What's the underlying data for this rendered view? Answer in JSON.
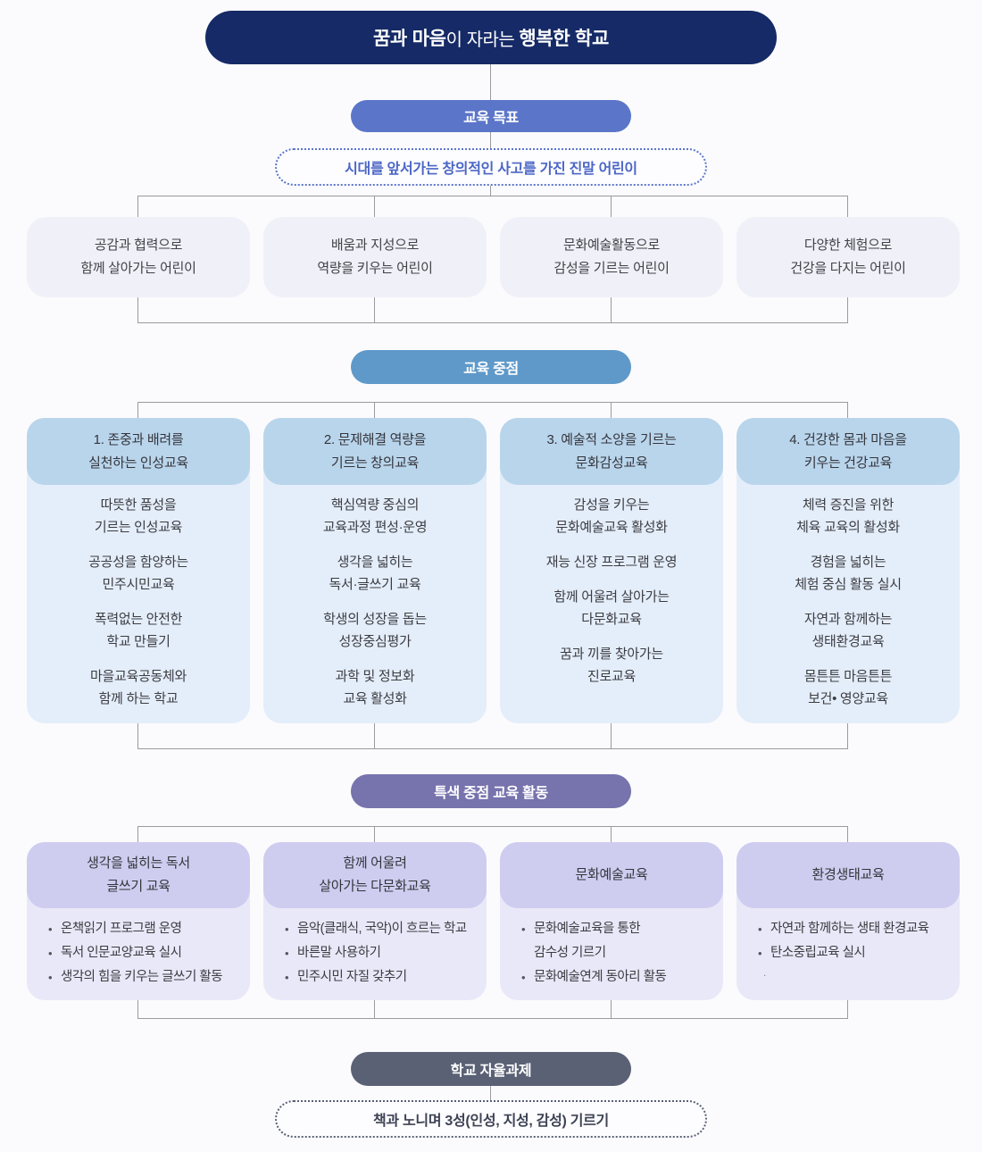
{
  "colors": {
    "navy": "#152a66",
    "periwinkle": "#5b76c9",
    "steel_blue": "#5f99c9",
    "purple": "#7673ad",
    "slate": "#5a6175",
    "goal_box_bg": "#f0f1f8",
    "focus_header_bg": "#b9d5ec",
    "focus_body_bg": "#e4eefa",
    "special_header_bg": "#cecdf0",
    "special_body_bg": "#e9e8f8",
    "connector_line": "#9a9aa0"
  },
  "title": {
    "part_bold1": "꿈과 마음",
    "part_regular": "이 자라는 ",
    "part_bold2": "행복한 학교"
  },
  "goal_section": {
    "pill": "교육 목표",
    "vision": "시대를 앞서가는 창의적인 사고를 가진 진말 어린이",
    "goals": [
      {
        "line1": "공감과 협력으로",
        "line2": "함께 살아가는 어린이"
      },
      {
        "line1": "배움과 지성으로",
        "line2": "역량을 키우는 어린이"
      },
      {
        "line1": "문화예술활동으로",
        "line2": "감성을 기르는 어린이"
      },
      {
        "line1": "다양한 체험으로",
        "line2": "건강을 다지는 어린이"
      }
    ]
  },
  "focus_section": {
    "pill": "교육 중점",
    "columns": [
      {
        "title_line1": "1. 존중과 배려를",
        "title_line2": "실천하는 인성교육",
        "items": [
          [
            "따뜻한 품성을",
            "기르는 인성교육"
          ],
          [
            "공공성을 함양하는",
            "민주시민교육"
          ],
          [
            "폭력없는 안전한",
            "학교 만들기"
          ],
          [
            "마을교육공동체와",
            "함께 하는 학교"
          ]
        ]
      },
      {
        "title_line1": "2. 문제해결 역량을",
        "title_line2": "기르는 창의교육",
        "items": [
          [
            "핵심역량 중심의",
            "교육과정 편성·운영"
          ],
          [
            "생각을 넓히는",
            "독서·글쓰기 교육"
          ],
          [
            "학생의 성장을 돕는",
            "성장중심평가"
          ],
          [
            "과학 및 정보화",
            "교육 활성화"
          ]
        ]
      },
      {
        "title_line1": "3. 예술적 소양을 기르는",
        "title_line2": "문화감성교육",
        "items": [
          [
            "감성을 키우는",
            "문화예술교육 활성화"
          ],
          [
            "재능 신장 프로그램 운영"
          ],
          [
            "함께 어울려 살아가는",
            "다문화교육"
          ],
          [
            "꿈과 끼를 찾아가는",
            "진로교육"
          ]
        ]
      },
      {
        "title_line1": "4. 건강한 몸과 마음을",
        "title_line2": "키우는 건강교육",
        "items": [
          [
            "체력 증진을 위한",
            "체육 교육의 활성화"
          ],
          [
            "경험을 넓히는",
            "체험 중심 활동 실시"
          ],
          [
            "자연과 함께하는",
            "생태환경교육"
          ],
          [
            "몸튼튼 마음튼튼",
            "보건• 영양교육"
          ]
        ]
      }
    ]
  },
  "special_section": {
    "pill": "특색 중점 교육 활동",
    "columns": [
      {
        "title_line1": "생각을 넓히는 독서",
        "title_line2": "글쓰기 교육",
        "bullets": [
          [
            "온책읽기 프로그램 운영"
          ],
          [
            "독서 인문교양교육 실시"
          ],
          [
            "생각의 힘을 키우는 글쓰기 활동"
          ]
        ]
      },
      {
        "title_line1": "함께 어울려",
        "title_line2": "살아가는 다문화교육",
        "bullets": [
          [
            "음악(클래식, 국악)이 흐르는 학교"
          ],
          [
            "바른말 사용하기"
          ],
          [
            "민주시민 자질 갖추기"
          ]
        ]
      },
      {
        "title_line1": "문화예술교육",
        "title_line2": "",
        "bullets": [
          [
            "문화예술교육을 통한",
            "감수성 기르기"
          ],
          [
            "문화예술연계 동아리 활동"
          ]
        ]
      },
      {
        "title_line1": "환경생태교육",
        "title_line2": "",
        "bullets": [
          [
            "자연과 함께하는 생태 환경교육"
          ],
          [
            "탄소중립교육 실시"
          ]
        ],
        "stray_dot": "."
      }
    ]
  },
  "autonomy_section": {
    "pill": "학교 자율과제",
    "task": "책과 노니며 3성(인성, 지성, 감성) 기르기"
  }
}
